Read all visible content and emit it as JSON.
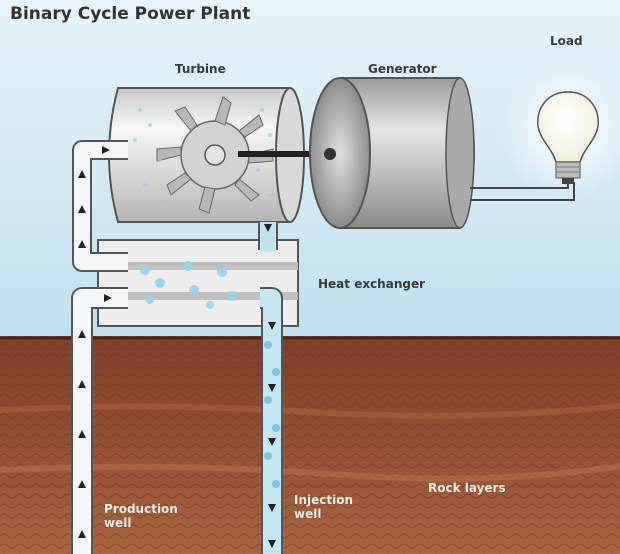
{
  "title": "Binary Cycle Power Plant",
  "labels": {
    "turbine": "Turbine",
    "generator": "Generator",
    "load": "Load",
    "heat_exchanger": "Heat exchanger",
    "rock_layers": "Rock layers",
    "production_well_line1": "Production",
    "production_well_line2": "well",
    "injection_well_line1": "Injection",
    "injection_well_line2": "well"
  },
  "colors": {
    "sky": "#cfe7f2",
    "soil_top": "#8a4a2e",
    "soil_bottom": "#a55f3a",
    "pipe": "#f4f6f8",
    "cold_fluid": "#a9d9ec",
    "generator_body": "#cfcfcf"
  }
}
